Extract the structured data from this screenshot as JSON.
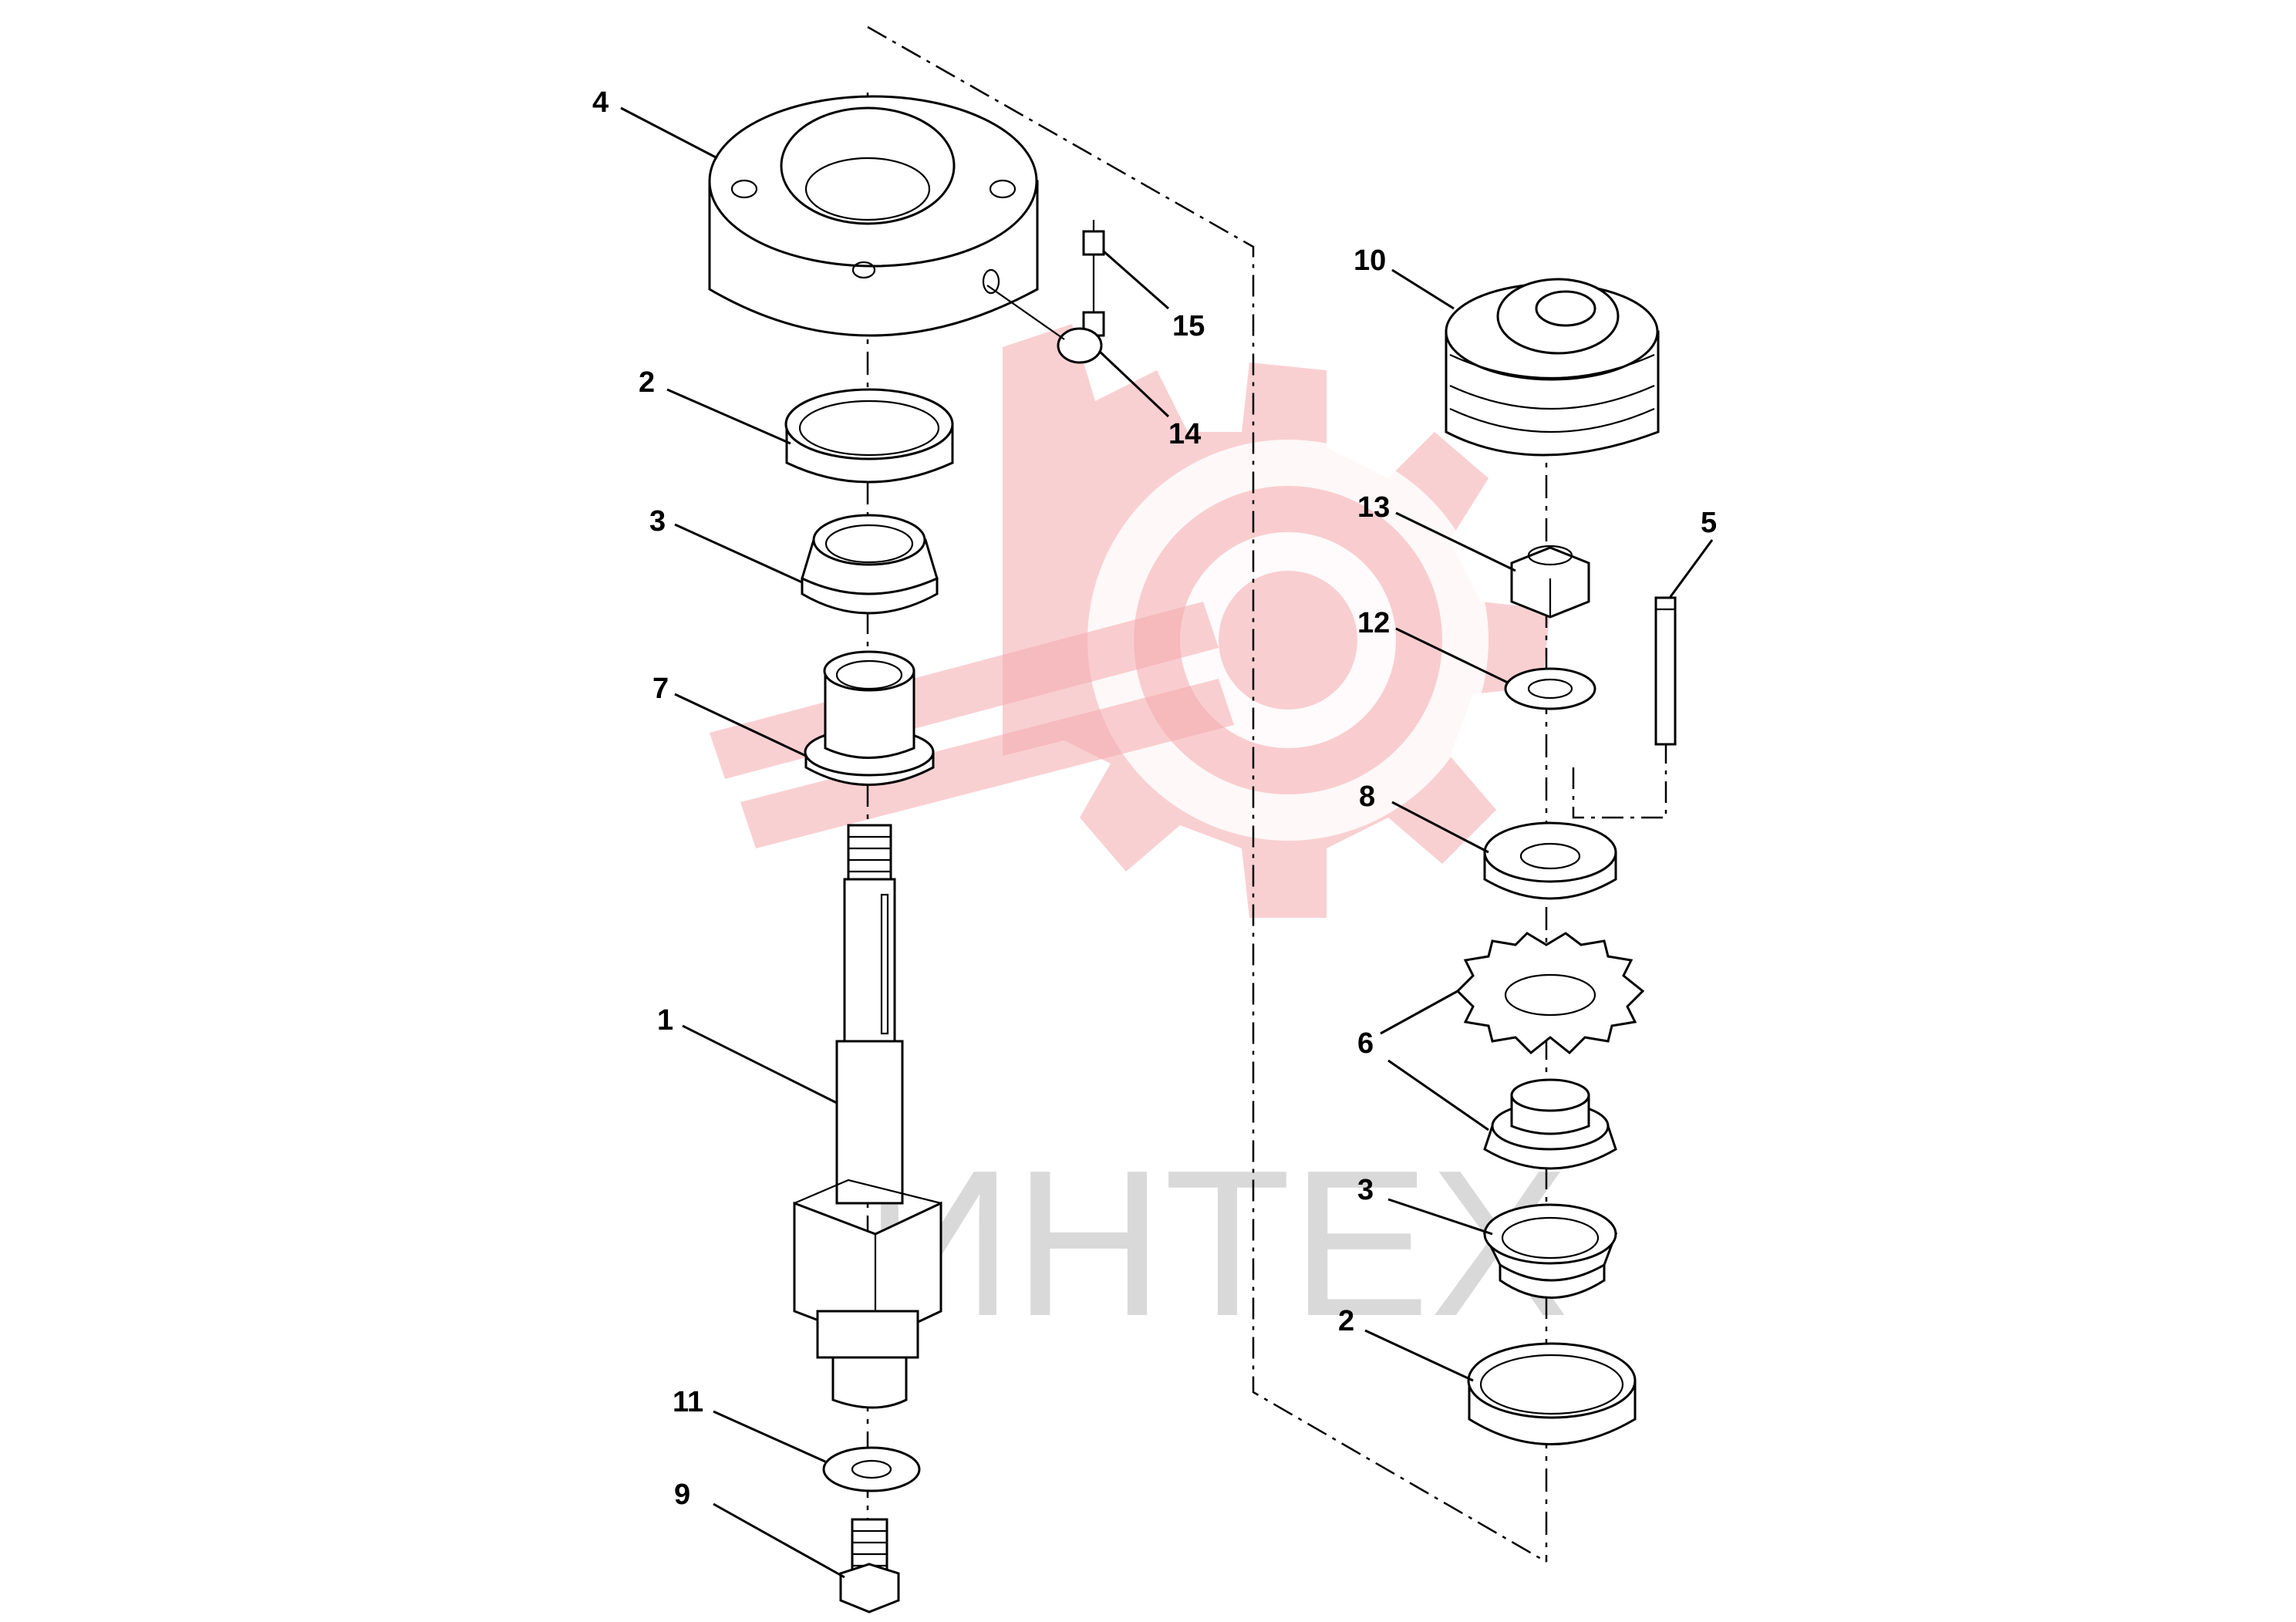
{
  "watermark": {
    "text": "ИНТЕХ",
    "gear_color": "#f4a9ad",
    "text_color": "#c9c9c9"
  },
  "callouts": {
    "c1": "1",
    "c2_left": "2",
    "c2_right": "2",
    "c3_left": "3",
    "c3_right": "3",
    "c4": "4",
    "c5": "5",
    "c6": "6",
    "c7": "7",
    "c8": "8",
    "c9": "9",
    "c10": "10",
    "c11": "11",
    "c12": "12",
    "c13": "13",
    "c14": "14",
    "c15": "15"
  }
}
